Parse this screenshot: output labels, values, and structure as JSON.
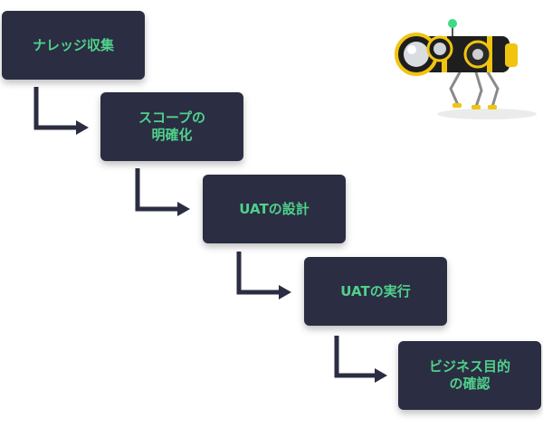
{
  "steps": [
    {
      "label": "ナレッジ収集"
    },
    {
      "label": "スコープの\n明確化"
    },
    {
      "label": "UATの設計"
    },
    {
      "label": "UATの実行"
    },
    {
      "label": "ビジネス目的\nの確認"
    }
  ],
  "colors": {
    "box": "#2b2d42",
    "text": "#4fd18b",
    "arrow": "#2b2d42",
    "robot_body": "#1e1e1e",
    "robot_accent": "#f1c40f",
    "robot_light": "#3ddc84"
  },
  "icons": {
    "connector": "elbow-arrow-icon",
    "mascot": "binocular-robot-icon"
  }
}
